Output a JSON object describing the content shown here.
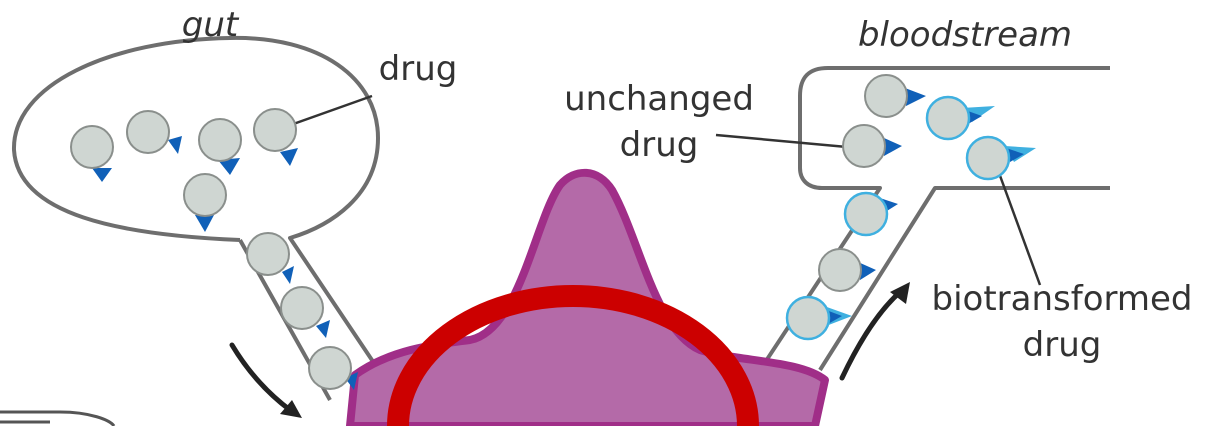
{
  "labels": {
    "gut": "gut",
    "bloodstream": "bloodstream",
    "drug": "drug",
    "unchanged_line1": "unchanged",
    "unchanged_line2": "drug",
    "biotransformed_line1": "biotransformed",
    "biotransformed_line2": "drug"
  },
  "colors": {
    "outline": "#6e6e6e",
    "molecule_fill": "#cfd6d2",
    "molecule_stroke": "#8a8f8c",
    "marker_blue": "#1060b8",
    "marker_cyan": "#3fb0e0",
    "liver_fill": "#b46aa8",
    "liver_stroke": "#a02e88",
    "blocked_red": "#cc0000",
    "arrow": "#222222"
  }
}
